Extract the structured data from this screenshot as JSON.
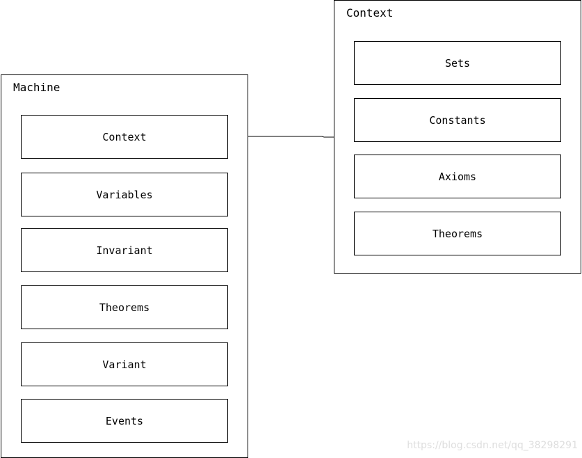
{
  "machine": {
    "title": "Machine",
    "items": [
      "Context",
      "Variables",
      "Invariant",
      "Theorems",
      "Variant",
      "Events"
    ]
  },
  "context": {
    "title": "Context",
    "items": [
      "Sets",
      "Constants",
      "Axioms",
      "Theorems"
    ]
  },
  "watermark": "https://blog.csdn.net/qq_38298291",
  "colors": {
    "border": "#000000",
    "background": "#ffffff",
    "watermark": "#dedede"
  }
}
